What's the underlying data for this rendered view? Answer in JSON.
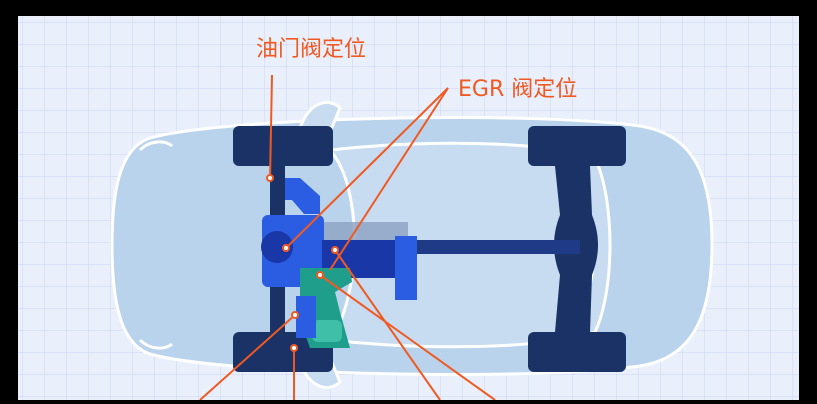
{
  "labels": {
    "throttle_position": "油门阀定位",
    "egr_position": "EGR 阀定位",
    "bottom_left_partial": "",
    "bottom_right_partial": ""
  },
  "colors": {
    "background": "#000000",
    "panel": "#e9effb",
    "grid": "#c9d6f2",
    "car_body": "#b9d3ec",
    "car_outline": "#ffffff",
    "tires": "#1b3266",
    "axle": "#1f3a86",
    "engine_blue": "#2b5de3",
    "engine_dark": "#1a37a8",
    "engine_grey": "#8fa4c6",
    "exhaust_green": "#1f9e8c",
    "accent_orange": "#f05a22"
  },
  "icons": [
    "car-top-view-illustration",
    "engine-block",
    "exhaust-manifold",
    "sensor-dot"
  ]
}
